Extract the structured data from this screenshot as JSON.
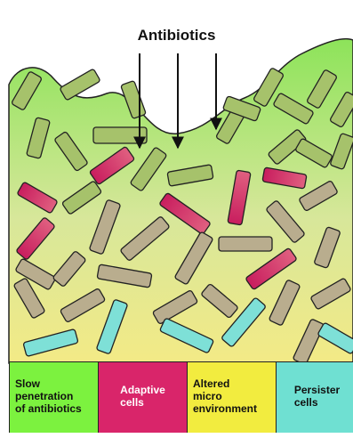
{
  "title": "Antibiotics",
  "colors": {
    "biofilm_top": "#8de35a",
    "biofilm_bottom": "#f3ea86",
    "green_cell": "#a6c26b",
    "adaptive_cell": "#d0336a",
    "altered_cell": "#b9ad8e",
    "persister_cell": "#7ee0d7",
    "outline": "#222222"
  },
  "legend": [
    {
      "label": "Slow\npenetration\nof antibiotics",
      "color": "#7cf23f"
    },
    {
      "label": "Adaptive\ncells",
      "color": "#d9256a"
    },
    {
      "label": "Altered\nmicro\nenvironment",
      "color": "#f2ec3f"
    },
    {
      "label": "Persister\ncells",
      "color": "#6fe0d2"
    }
  ]
}
